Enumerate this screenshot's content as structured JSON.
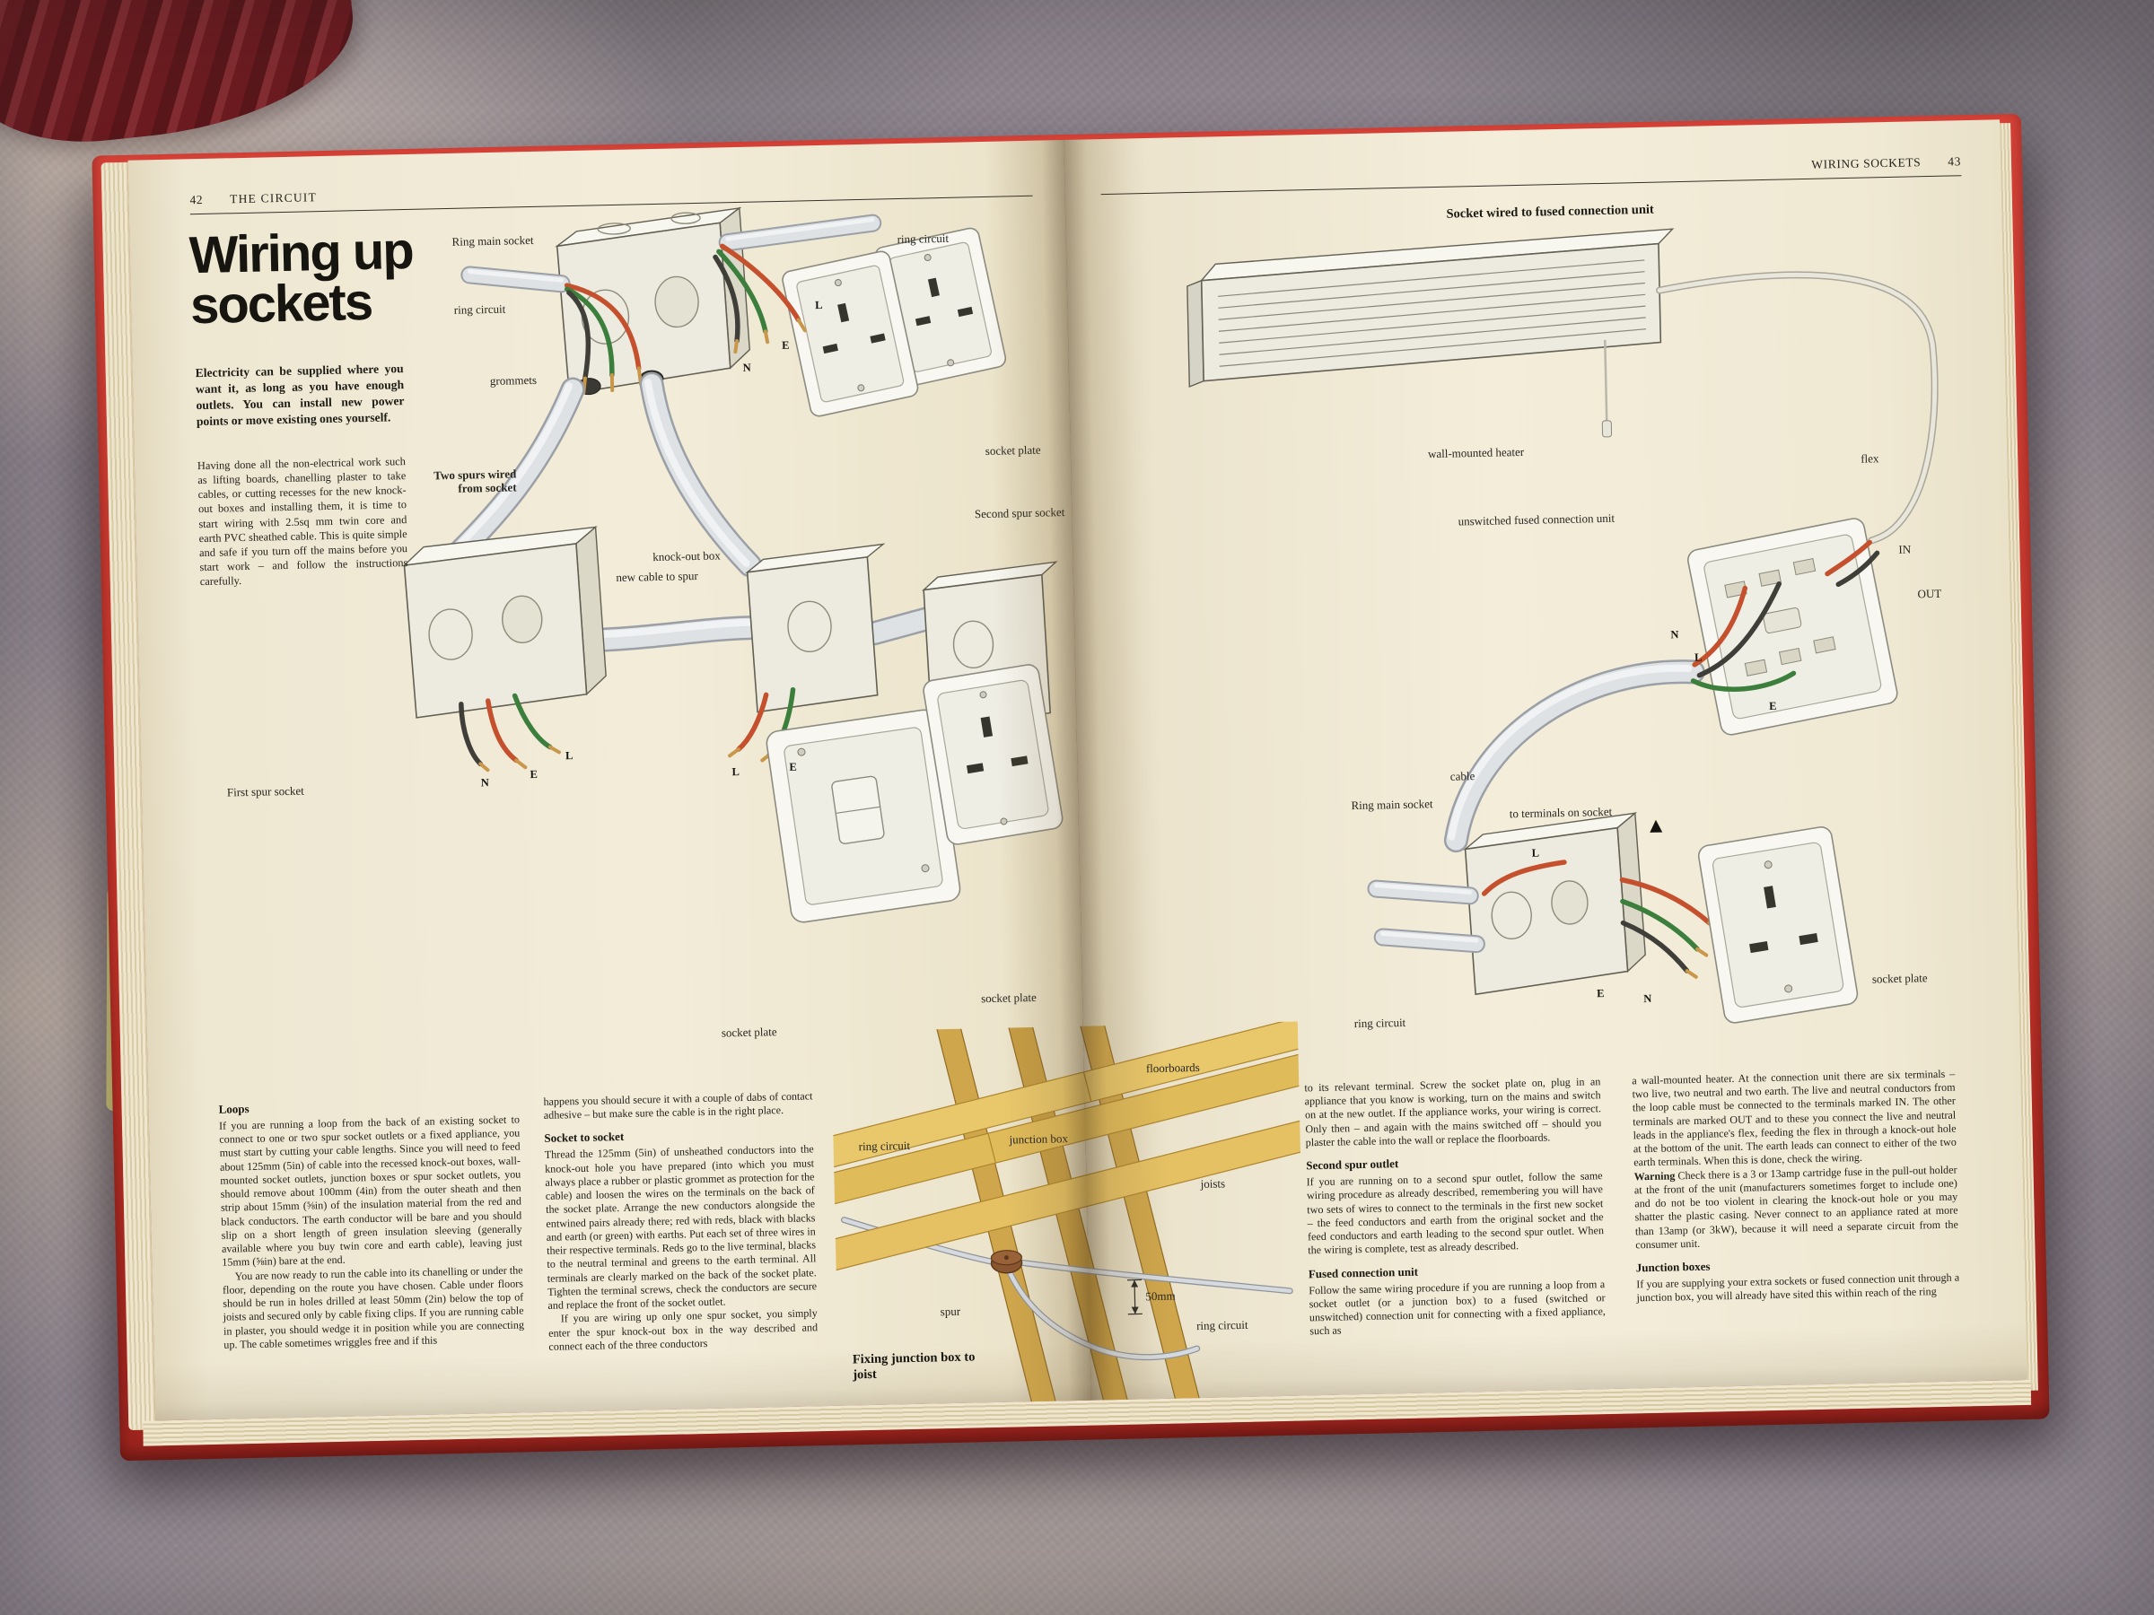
{
  "left_page": {
    "page_number": "42",
    "section": "THE CIRCUIT",
    "title": "Wiring up sockets",
    "intro": "Electricity can be supplied where you want it, as long as you have enough outlets. You can install new power points or move existing ones yourself.",
    "lead": "Having done all the non-electrical work such as lifting boards, chanelling plaster to take cables, or cutting recesses for the new knock-out boxes and installing them, it is time to start wiring with 2.5sq mm twin core and earth PVC sheathed cable. This is quite simple and safe if you turn off the mains before you start work – and follow the instructions carefully.",
    "diagram": {
      "labels": {
        "ring_main_socket": "Ring main socket",
        "ring_circuit_left": "ring circuit",
        "ring_circuit_right": "ring circuit",
        "grommets": "grommets",
        "two_spurs": "Two spurs wired from socket",
        "new_cable_to_spur": "new cable to spur",
        "knock_out_box": "knock-out box",
        "second_spur_socket": "Second spur socket",
        "socket_plate_top": "socket plate",
        "socket_plate_mid": "socket plate",
        "socket_plate_right": "socket plate",
        "first_spur_socket": "First spur socket"
      },
      "letters": {
        "n": "N",
        "e": "E",
        "l": "L"
      }
    },
    "columns": {
      "loops_heading": "Loops",
      "loops_p1": "If you are running a loop from the back of an existing socket to connect to one or two spur socket outlets or a fixed appliance, you must start by cutting your cable lengths. Since you will need to feed about 125mm (5in) of cable into the recessed knock-out boxes, wall-mounted socket outlets, junction boxes or spur socket outlets, you should remove about 100mm (4in) from the outer sheath and then strip about 15mm (⅝in) of the insulation material from the red and black conductors. The earth conductor will be bare and you should slip on a short length of green insulation sleeving (generally available where you buy twin core and earth cable), leaving just 15mm (⅝in) bare at the end.",
      "loops_p2": "You are now ready to run the cable into its chanelling or under the floor, depending on the route you have chosen. Cable under floors should be run in holes drilled at least 50mm (2in) below the top of joists and secured only by cable fixing clips. If you are running cable in plaster, you should wedge it in position while you are connecting up. The cable sometimes wriggles free and if this",
      "cont_p": "happens you should secure it with a couple of dabs of contact adhesive – but make sure the cable is in the right place.",
      "socket_heading": "Socket to socket",
      "socket_p1": "Thread the 125mm (5in) of unsheathed conductors into the knock-out hole you have prepared (into which you must always place a rubber or plastic grommet as protection for the cable) and loosen the wires on the terminals on the back of the socket plate. Arrange the new conductors alongside the entwined pairs already there; red with reds, black with blacks and earth (or green) with earths. Put each set of three wires in their respective terminals. Reds go to the live terminal, blacks to the neutral terminal and greens to the earth terminal. All terminals are clearly marked on the back of the socket plate. Tighten the terminal screws, check the conductors are secure and replace the front of the socket outlet.",
      "socket_p2": "If you are wiring up only one spur socket, you simply enter the spur knock-out box in the way described and connect each of the three conductors"
    }
  },
  "center_illustration": {
    "caption": "Fixing junction box to joist",
    "labels": {
      "floorboards": "floorboards",
      "ring_circuit_a": "ring circuit",
      "junction_box": "junction box",
      "joists": "joists",
      "spur": "spur",
      "measure": "50mm",
      "ring_circuit_b": "ring circuit"
    }
  },
  "right_page": {
    "page_number": "43",
    "section": "WIRING SOCKETS",
    "diagram": {
      "title": "Socket wired to fused connection unit",
      "labels": {
        "wall_mounted_heater": "wall-mounted heater",
        "flex": "flex",
        "unswitched_unit": "unswitched fused connection unit",
        "in_label": "IN",
        "out_label": "OUT",
        "cable": "cable",
        "ring_main_socket": "Ring main socket",
        "to_terminals": "to terminals on socket",
        "ring_circuit": "ring circuit",
        "socket_plate": "socket plate"
      },
      "letters": {
        "n": "N",
        "e": "E",
        "l": "L"
      }
    },
    "columns": {
      "cont_p": "to its relevant terminal. Screw the socket plate on, plug in an appliance that you know is working, turn on the mains and switch on at the new outlet. If the appliance works, your wiring is correct. Only then – and again with the mains switched off – should you plaster the cable into the wall or replace the floorboards.",
      "second_spur_heading": "Second spur outlet",
      "second_spur_p1": "If you are running on to a second spur outlet, follow the same wiring procedure as already described, remembering you will have two sets of wires to connect to the terminals in the first new socket – the feed conductors and earth from the original socket and the feed conductors and earth leading to the second spur outlet. When the wiring is complete, test as already described.",
      "fused_heading": "Fused connection unit",
      "fused_p1": "Follow the same wiring procedure if you are running a loop from a socket outlet (or a junction box) to a fused (switched or unswitched) connection unit for connecting with a fixed appliance, such as",
      "col2_p1": "a wall-mounted heater. At the connection unit there are six terminals – two live, two neutral and two earth. The live and neutral conductors from the loop cable must be connected to the terminals marked IN. The other terminals are marked OUT and to these you connect the live and neutral leads in the appliance's flex, feeding the flex in through a knock-out hole at the bottom of the unit. The earth leads can connect to either of the two earth terminals. When this is done, check the wiring.",
      "warning_label": "Warning",
      "warning_body": "Check there is a 3 or 13amp cartridge fuse in the pull-out holder at the front of the unit (manufacturers sometimes forget to include one) and do not be too violent in clearing the knock-out hole or you may shatter the plastic casing. Never connect to an appliance rated at more than 13amp (or 3kW), because it will need a separate circuit from the consumer unit.",
      "junction_heading": "Junction boxes",
      "junction_p1": "If you are supplying your extra sockets or fused connection unit through a junction box, you will already have sited this within reach of the ring"
    }
  },
  "colors": {
    "cover_red": "#c5352b",
    "page_cream": "#f2ecd9",
    "wire_live": "#c5502e",
    "wire_neutral": "#3f3e39",
    "wire_earth": "#3c7f3d",
    "cable_sheath": "#dfe2e5",
    "carpet": "#8f8690"
  }
}
